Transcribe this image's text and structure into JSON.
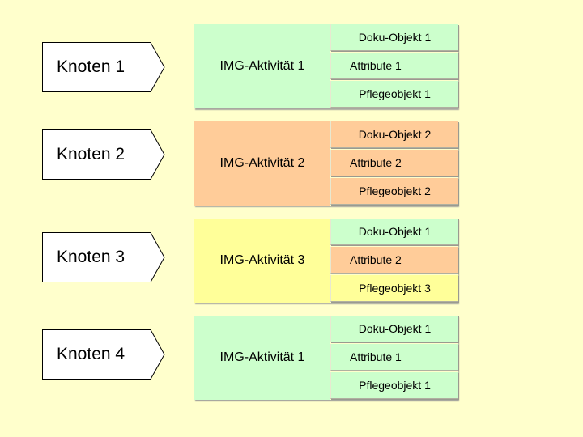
{
  "colors": {
    "background": "#ffffcc",
    "green": "#ccffcc",
    "salmon": "#ffcc99",
    "yellow": "#ffff99"
  },
  "rows": [
    {
      "node": "Knoten 1",
      "activity": "IMG-Aktivität 1",
      "doku": "Doku-Objekt 1",
      "attribute": "Attribute 1",
      "pflege": "Pflegeobjekt 1"
    },
    {
      "node": "Knoten 2",
      "activity": "IMG-Aktivität 2",
      "doku": "Doku-Objekt 2",
      "attribute": "Attribute 2",
      "pflege": "Pflegeobjekt 2"
    },
    {
      "node": "Knoten 3",
      "activity": "IMG-Aktivität 3",
      "doku": "Doku-Objekt 1",
      "attribute": "Attribute 2",
      "pflege": "Pflegeobjekt 3"
    },
    {
      "node": "Knoten 4",
      "activity": "IMG-Aktivität 1",
      "doku": "Doku-Objekt 1",
      "attribute": "Attribute 1",
      "pflege": "Pflegeobjekt 1"
    }
  ]
}
